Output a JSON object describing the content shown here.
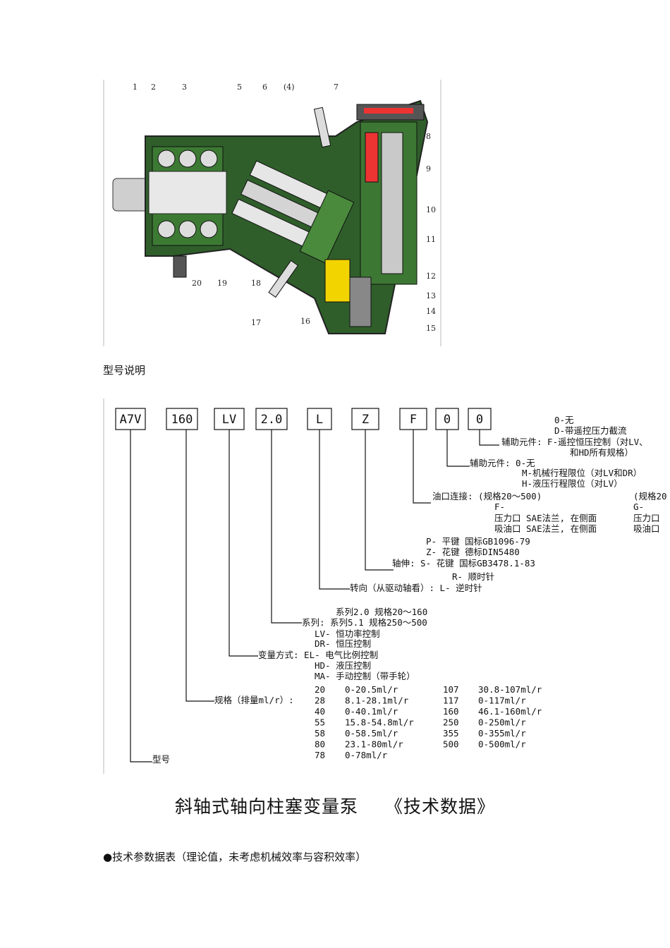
{
  "figure1": {
    "part_labels": [
      "1",
      "2",
      "3",
      "5",
      "6",
      "(4)",
      "7",
      "8",
      "9",
      "10",
      "11",
      "12",
      "13",
      "14",
      "15",
      "16",
      "17",
      "18",
      "19",
      "20"
    ]
  },
  "caption1": "型号说明",
  "figure2": {
    "code_boxes": [
      "A7V",
      "160",
      "LV",
      "2.0",
      "L",
      "Z",
      "F",
      "0",
      "0"
    ],
    "lines": [
      "0-无",
      "D-带遥控压力截流",
      "辅助元件: F-遥控恒压控制（对LV、",
      "和HD所有规格）",
      "辅助元件: 0-无",
      "M-机械行程限位（对LV和DR）",
      "H-液压行程限位（对LV）",
      "油口连接:  (规格20～500)",
      "(规格20",
      "F-",
      "G-",
      "压力口   SAE法兰, 在侧面",
      "吸油口   SAE法兰, 在侧面",
      "压力口",
      "吸油口",
      "P- 平键  国标GB1096-79",
      "Z- 花键  德标DIN5480",
      "轴伸: S- 花键  国标GB3478.1-83",
      "R- 顺时针",
      "转向（从驱动轴看）: L- 逆时针",
      "系列2.0     规格20～160",
      "系列: 系列5.1   规格250～500",
      "LV- 恒功率控制",
      "DR- 恒压控制",
      "变量方式:  EL- 电气比例控制",
      "HD- 液压控制",
      "MA- 手动控制（带手轮）",
      "规格（排量ml/r）:",
      "型号"
    ],
    "spec_table": [
      [
        "20",
        "0-20.5ml/r",
        "107",
        "30.8-107ml/r"
      ],
      [
        "28",
        "8.1-28.1ml/r",
        "117",
        "0-117ml/r"
      ],
      [
        "40",
        "0-40.1ml/r",
        "160",
        "46.1-160ml/r"
      ],
      [
        "55",
        "15.8-54.8ml/r",
        "250",
        "0-250ml/r"
      ],
      [
        "58",
        "0-58.5ml/r",
        "355",
        "0-355ml/r"
      ],
      [
        "80",
        "23.1-80ml/r",
        "500",
        "0-500ml/r"
      ],
      [
        "78",
        "0-78ml/r",
        "",
        ""
      ]
    ]
  },
  "heading": {
    "part1": "斜轴式轴向柱塞变量泵",
    "part2": "《技术数据》"
  },
  "bullet": {
    "mark": "●",
    "text": "技术参数据表（理论值，未考虑机械效率与容积效率）"
  }
}
